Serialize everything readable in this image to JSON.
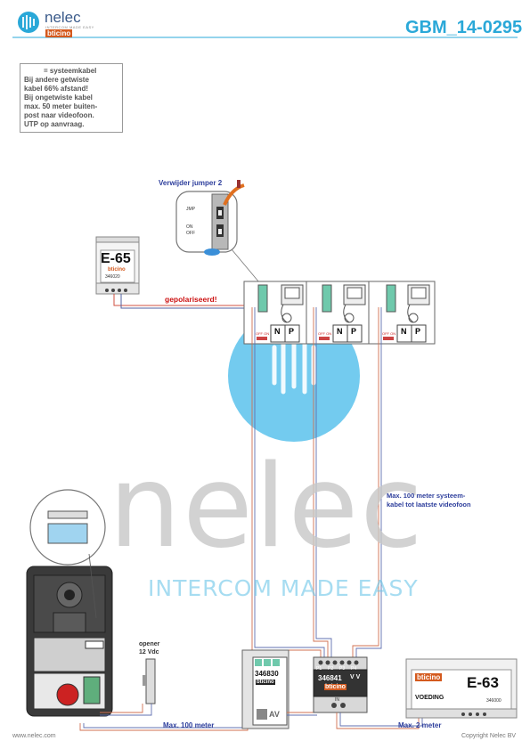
{
  "header": {
    "brand": "nelec",
    "tagline": "INTERCOM MADE EASY",
    "sub_brand": "bticino",
    "doc_id": "GBM_14-0295"
  },
  "note": {
    "legend_label": "= systeemkabel",
    "lines": [
      "Bij andere getwiste",
      "kabel 66% afstand!",
      "Bij ongetwiste kabel",
      "max. 50 meter buiten-",
      "post naar videofoon.",
      "UTP op aanvraag."
    ]
  },
  "labels": {
    "jumper": "Verwijder jumper 2",
    "polarized": "gepolariseerd!",
    "max_system": "Max. 100 meter systeem-",
    "max_system_2": "kabel tot laatste videofoon",
    "max_100": "Max. 100 meter",
    "max_2": "Max. 2 meter",
    "opener": "opener",
    "opener_v": "12 Vdc"
  },
  "power_e65": {
    "name": "E-65",
    "brand": "bticino",
    "code": "346020"
  },
  "power_e63": {
    "name": "E-63",
    "brand": "bticino",
    "voeding": "VOEDING",
    "code": "346000"
  },
  "module_346830": {
    "code": "346830",
    "brand": "bticino",
    "av": "AV"
  },
  "module_346841": {
    "code": "346841",
    "brand": "bticino",
    "vv": "V V",
    "ports": [
      "P1",
      "P2",
      "P3",
      "P4"
    ],
    "bus": "IN"
  },
  "jumper_detail": {
    "jmp": "JMP",
    "on": "ON",
    "off": "OFF"
  },
  "videophone": {
    "n": "N",
    "p": "P",
    "off_on": "OFF ON"
  },
  "footer": {
    "left": "www.nelec.com",
    "right": "Copyright Nelec BV"
  },
  "watermark": {
    "word": "nelec",
    "tag": "INTERCOM MADE EASY"
  },
  "colors": {
    "brand_blue": "#2aa8d8",
    "label_blue": "#2d3e9c",
    "red": "#cc1111"
  }
}
